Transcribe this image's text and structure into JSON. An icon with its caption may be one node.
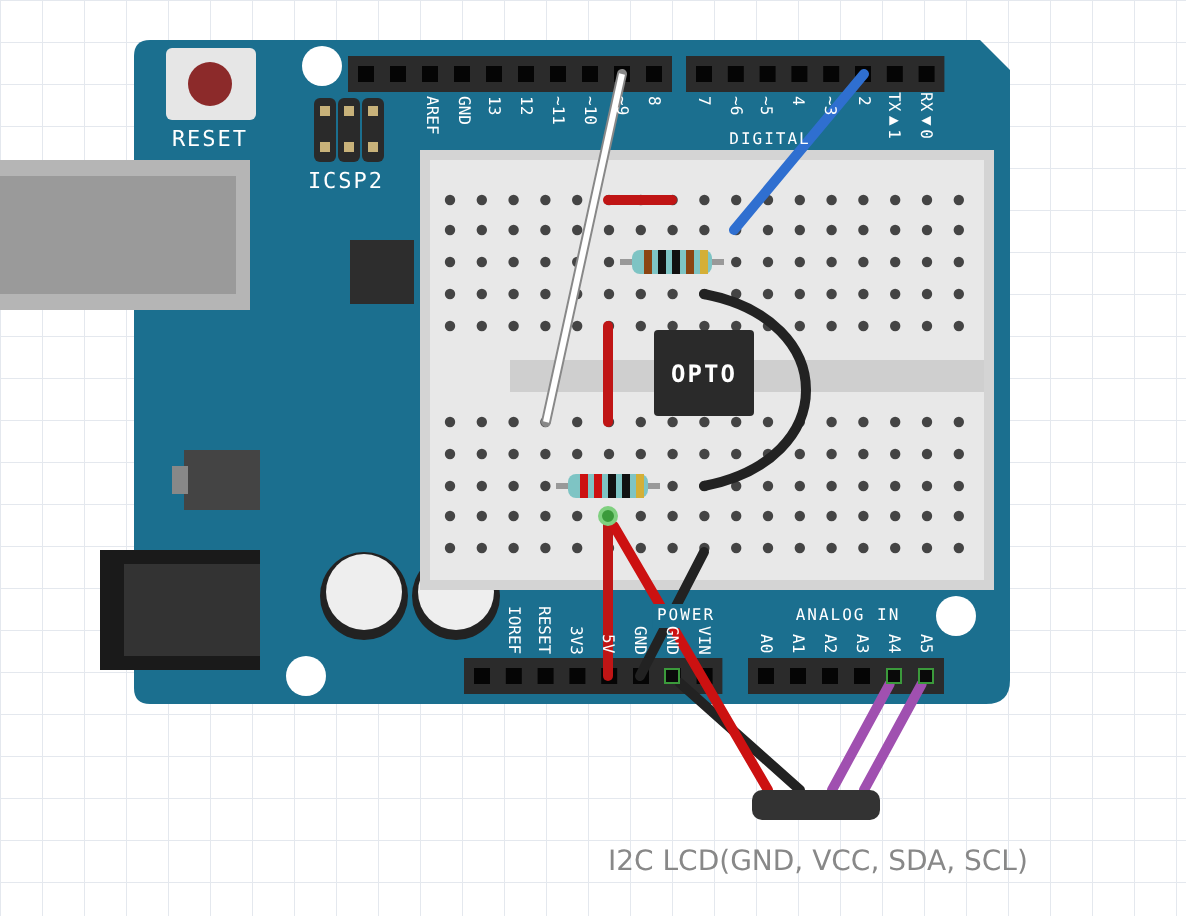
{
  "diagram": {
    "nodes": [
      {
        "text": [],
        "shape": "bar",
        "beside": [
          "I2C LCD(GND, VCC, SDA, SCL)"
        ]
      },
      {
        "text": [
          "OPTO"
        ]
      },
      {
        "text": [],
        "shape": "circle"
      },
      {
        "text": [],
        "shape": "box"
      },
      {
        "text": [],
        "shape": "box"
      },
      {
        "text": [],
        "shape": "box"
      }
    ],
    "edges": [
      {
        "from": 3,
        "to": 0,
        "arrow": "none",
        "color": "#222222"
      },
      {
        "from": 2,
        "to": 0,
        "arrow": "none",
        "color": "#cc1111"
      },
      {
        "from": 4,
        "to": 0,
        "arrow": "none",
        "color": "#a050b0"
      },
      {
        "from": 5,
        "to": 0,
        "arrow": "none",
        "color": "#a050b0"
      }
    ],
    "labels": [
      "RESET",
      "ICSP2",
      "AREF",
      "GND",
      "13",
      "12",
      "~11",
      "~10",
      "~9",
      "8",
      "7",
      "~6",
      "~5",
      "4",
      "~3",
      "2",
      "TX▶1",
      "RX◀0",
      "DIGITAL",
      "POWER",
      "ANALOG IN",
      "IOREF",
      "RESET",
      "3V3",
      "5V",
      "GND",
      "GND",
      "VIN",
      "A0",
      "A1",
      "A2",
      "A3",
      "A4",
      "A5"
    ]
  }
}
